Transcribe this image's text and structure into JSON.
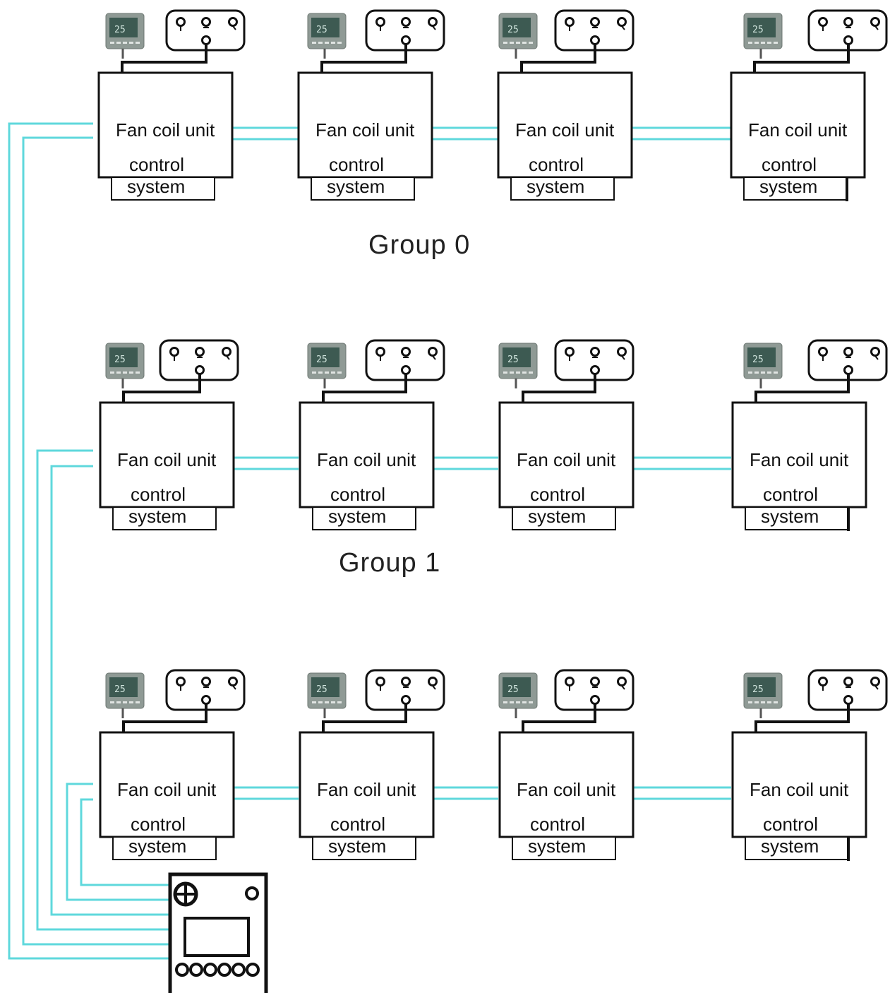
{
  "groups": [
    {
      "label": "Group 0",
      "units": [
        {
          "line1": "Fan coil unit",
          "line2": "control",
          "line3": "system",
          "lcd_text": "25"
        },
        {
          "line1": "Fan coil unit",
          "line2": "control",
          "line3": "system",
          "lcd_text": "25"
        },
        {
          "line1": "Fan coil unit",
          "line2": "control",
          "line3": "system",
          "lcd_text": "25"
        },
        {
          "line1": "Fan coil unit",
          "line2": "control",
          "line3": "system",
          "lcd_text": "25"
        }
      ]
    },
    {
      "label": "Group 1",
      "units": [
        {
          "line1": "Fan coil unit",
          "line2": "control",
          "line3": "system",
          "lcd_text": "25"
        },
        {
          "line1": "Fan coil unit",
          "line2": "control",
          "line3": "system",
          "lcd_text": "25"
        },
        {
          "line1": "Fan coil unit",
          "line2": "control",
          "line3": "system",
          "lcd_text": "25"
        },
        {
          "line1": "Fan coil unit",
          "line2": "control",
          "line3": "system",
          "lcd_text": "25"
        }
      ]
    },
    {
      "label": "",
      "units": [
        {
          "line1": "Fan coil unit",
          "line2": "control",
          "line3": "system",
          "lcd_text": "25"
        },
        {
          "line1": "Fan coil unit",
          "line2": "control",
          "line3": "system",
          "lcd_text": "25"
        },
        {
          "line1": "Fan coil unit",
          "line2": "control",
          "line3": "system",
          "lcd_text": "25"
        },
        {
          "line1": "Fan coil unit",
          "line2": "control",
          "line3": "system",
          "lcd_text": "25"
        }
      ]
    }
  ],
  "colors": {
    "bus_wire": "#5fd8dc",
    "outline": "#111111",
    "lcd_panel": "#8f9a95",
    "lcd_screen": "#3d5a52"
  },
  "icons": {
    "thermostat": "thermostat-icon",
    "valve_panel": "valve-panel-icon",
    "master_controller": "master-controller-icon"
  }
}
